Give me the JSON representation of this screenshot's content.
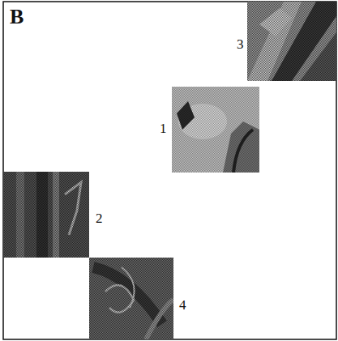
{
  "diagram": {
    "labels": [
      "B",
      "3",
      "1",
      "2",
      "4"
    ]
  }
}
